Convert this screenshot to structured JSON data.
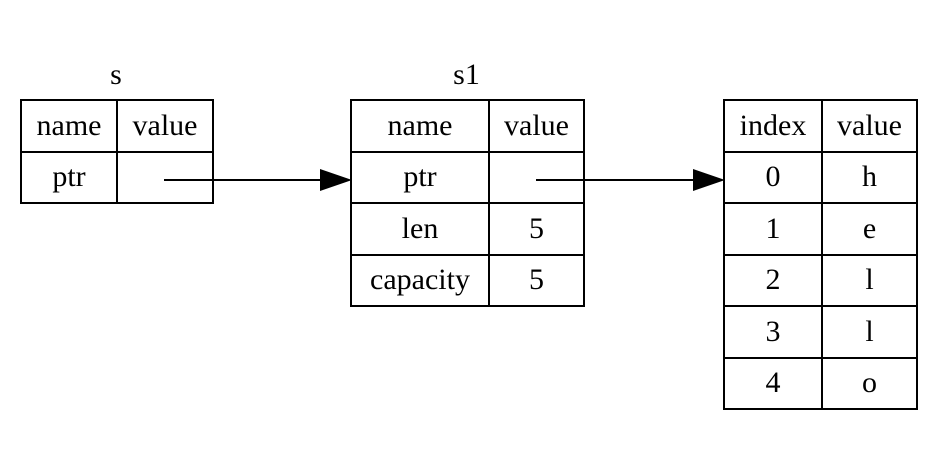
{
  "nodes": {
    "s": {
      "title": "s",
      "header": [
        "name",
        "value"
      ],
      "rows": [
        [
          "ptr",
          ""
        ]
      ]
    },
    "s1": {
      "title": "s1",
      "header": [
        "name",
        "value"
      ],
      "rows": [
        [
          "ptr",
          ""
        ],
        [
          "len",
          "5"
        ],
        [
          "capacity",
          "5"
        ]
      ]
    },
    "heap": {
      "header": [
        "index",
        "value"
      ],
      "rows": [
        [
          "0",
          "h"
        ],
        [
          "1",
          "e"
        ],
        [
          "2",
          "l"
        ],
        [
          "3",
          "l"
        ],
        [
          "4",
          "o"
        ]
      ]
    }
  }
}
